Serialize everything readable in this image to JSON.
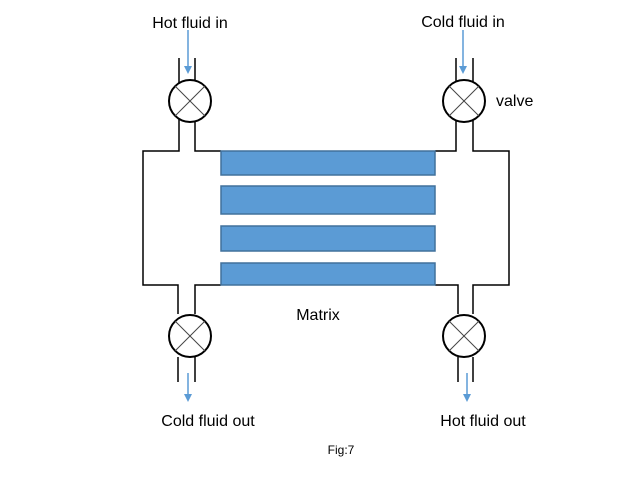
{
  "labels": {
    "hot_in": "Hot fluid in",
    "cold_in": "Cold fluid in",
    "valve": "valve",
    "matrix": "Matrix",
    "cold_out": "Cold fluid out",
    "hot_out": "Hot fluid out",
    "caption": "Fig:7"
  },
  "colors": {
    "matrix_fill": "#5b9bd5",
    "matrix_stroke": "#41719c",
    "arrow": "#5b9bd5"
  }
}
